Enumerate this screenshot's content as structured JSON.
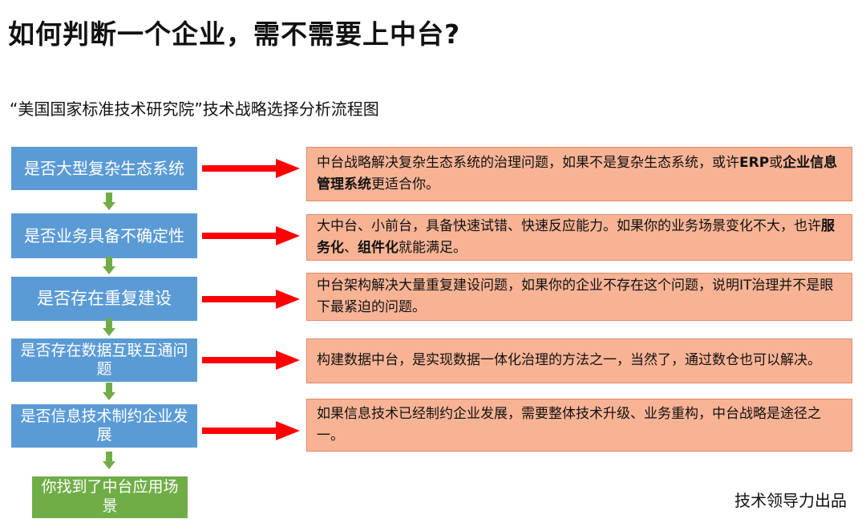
{
  "title": "如何判断一个企业，需不需要上中台?",
  "subtitle": "“美国国家标准技术研究院”技术战略选择分析流程图",
  "steps": [
    {
      "question": "是否大型复杂生态系统",
      "answer": [
        {
          "text": "中台战略解决复杂生态系统的治理问题，如果不是复杂生态系统，或许",
          "bold": false
        },
        {
          "text": "ERP",
          "bold": true
        },
        {
          "text": "或",
          "bold": false
        },
        {
          "text": "企业信息管理系统",
          "bold": true
        },
        {
          "text": "更适合你。",
          "bold": false
        }
      ]
    },
    {
      "question": "是否业务具备不确定性",
      "answer": [
        {
          "text": "大中台、小前台，具备快速试错、快速反应能力。如果你的业务场景变化不大，也许",
          "bold": false
        },
        {
          "text": "服务化",
          "bold": true
        },
        {
          "text": "、",
          "bold": false
        },
        {
          "text": "组件化",
          "bold": true
        },
        {
          "text": "就能满足。",
          "bold": false
        }
      ]
    },
    {
      "question": "是否存在重复建设",
      "answer": [
        {
          "text": "中台架构解决大量重复建设问题，如果你的企业不存在这个问题，说明IT治理并不是眼下最紧迫的问题。",
          "bold": false
        }
      ]
    },
    {
      "question": "是否存在数据互联互通问题",
      "answer": [
        {
          "text": "构建数据中台，是实现数据一体化治理的方法之一，当然了，通过数仓也可以解决。",
          "bold": false
        }
      ]
    },
    {
      "question": "是否信息技术制约企业发展",
      "answer": [
        {
          "text": "如果信息技术已经制约企业发展，需要整体技术升级、业务重构，中台战略是途径之一。",
          "bold": false
        }
      ]
    }
  ],
  "final": "你找到了中台应用场景",
  "credit": "技术领导力出品",
  "colors": {
    "question_box": "#5b9bd5",
    "answer_box": "#f8b395",
    "answer_border": "#e0896a",
    "final_box": "#70ad47",
    "right_arrow": "#ff0000",
    "down_arrow": "#70ad47"
  }
}
